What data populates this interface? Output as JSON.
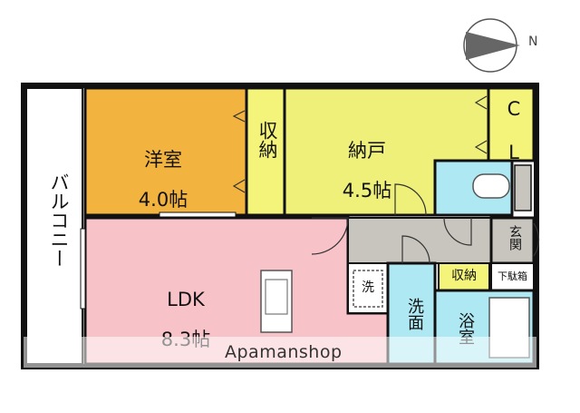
{
  "rooms": {
    "western_room": {
      "name": "洋室",
      "size": "4.0帖",
      "color": "#f3b43f"
    },
    "storage_room": {
      "name": "納戸",
      "size": "4.5帖",
      "color": "#eef07a"
    },
    "ldk": {
      "name": "LDK",
      "size": "8.3帖",
      "color": "#f7c2c8"
    },
    "closet1": {
      "label": "収納"
    },
    "closet_cl": {
      "label": "C L"
    },
    "balcony": {
      "label": "バルコニー"
    },
    "entrance": {
      "label": "玄関"
    },
    "storage_small": {
      "label": "収納"
    },
    "shoe_box": {
      "label": "下駄箱"
    },
    "washer": {
      "label": "洗"
    },
    "washroom": {
      "label": "洗面"
    },
    "bathroom": {
      "label": "浴室"
    }
  },
  "compass": {
    "label": "N"
  },
  "watermark": {
    "text": "Apamanshop"
  },
  "colors": {
    "wall": "#111111",
    "wet_area": "#aee8f2",
    "entrance_floor": "#c7c5bd",
    "closet_yellow": "#f4f47a",
    "balcony": "#ffffff"
  }
}
